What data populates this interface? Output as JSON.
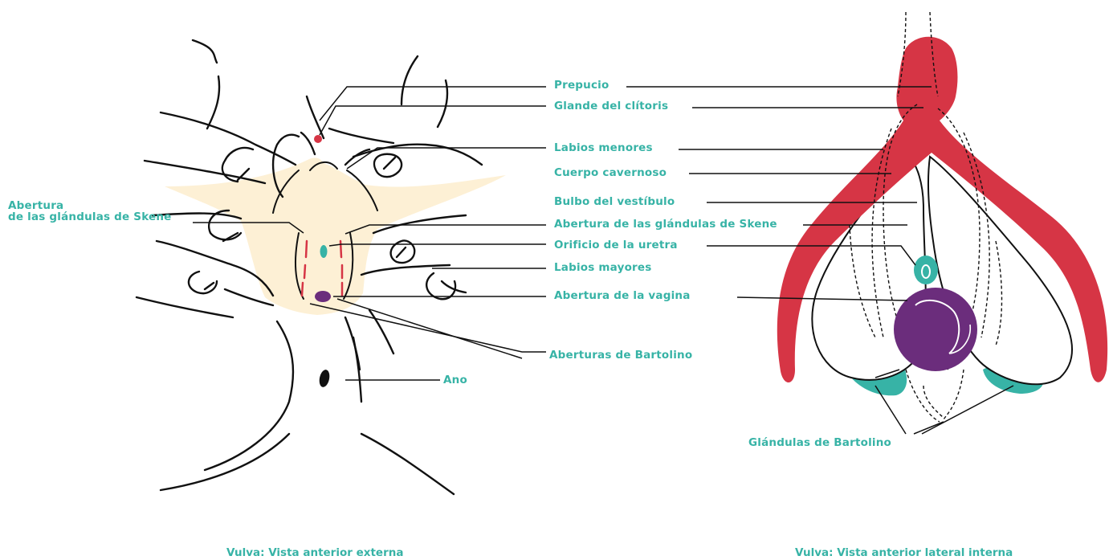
{
  "colors": {
    "label": "#37b3a6",
    "skin": "#fdf0d5",
    "clitoris": "#d63545",
    "vagina": "#6b2d7c",
    "glands": "#37b3a6",
    "ink": "#111111"
  },
  "left_labels": {
    "skene_left": [
      "Abertura",
      "de las glándulas de Skene"
    ],
    "ano": "Ano"
  },
  "center_labels": [
    "Prepucio",
    "Glande del clítoris",
    "Labios menores",
    "Cuerpo cavernoso",
    "Bulbo del vestíbulo",
    "Abertura de las glándulas de Skene",
    "Orificio de la uretra",
    "Labios mayores",
    "Abertura de la vagina",
    "Aberturas de Bartolino"
  ],
  "right_labels": {
    "bartolino": "Glándulas de Bartolino"
  },
  "captions": {
    "left": "Vulva: Vista anterior externa",
    "right": "Vulva: Vista anterior lateral interna"
  }
}
